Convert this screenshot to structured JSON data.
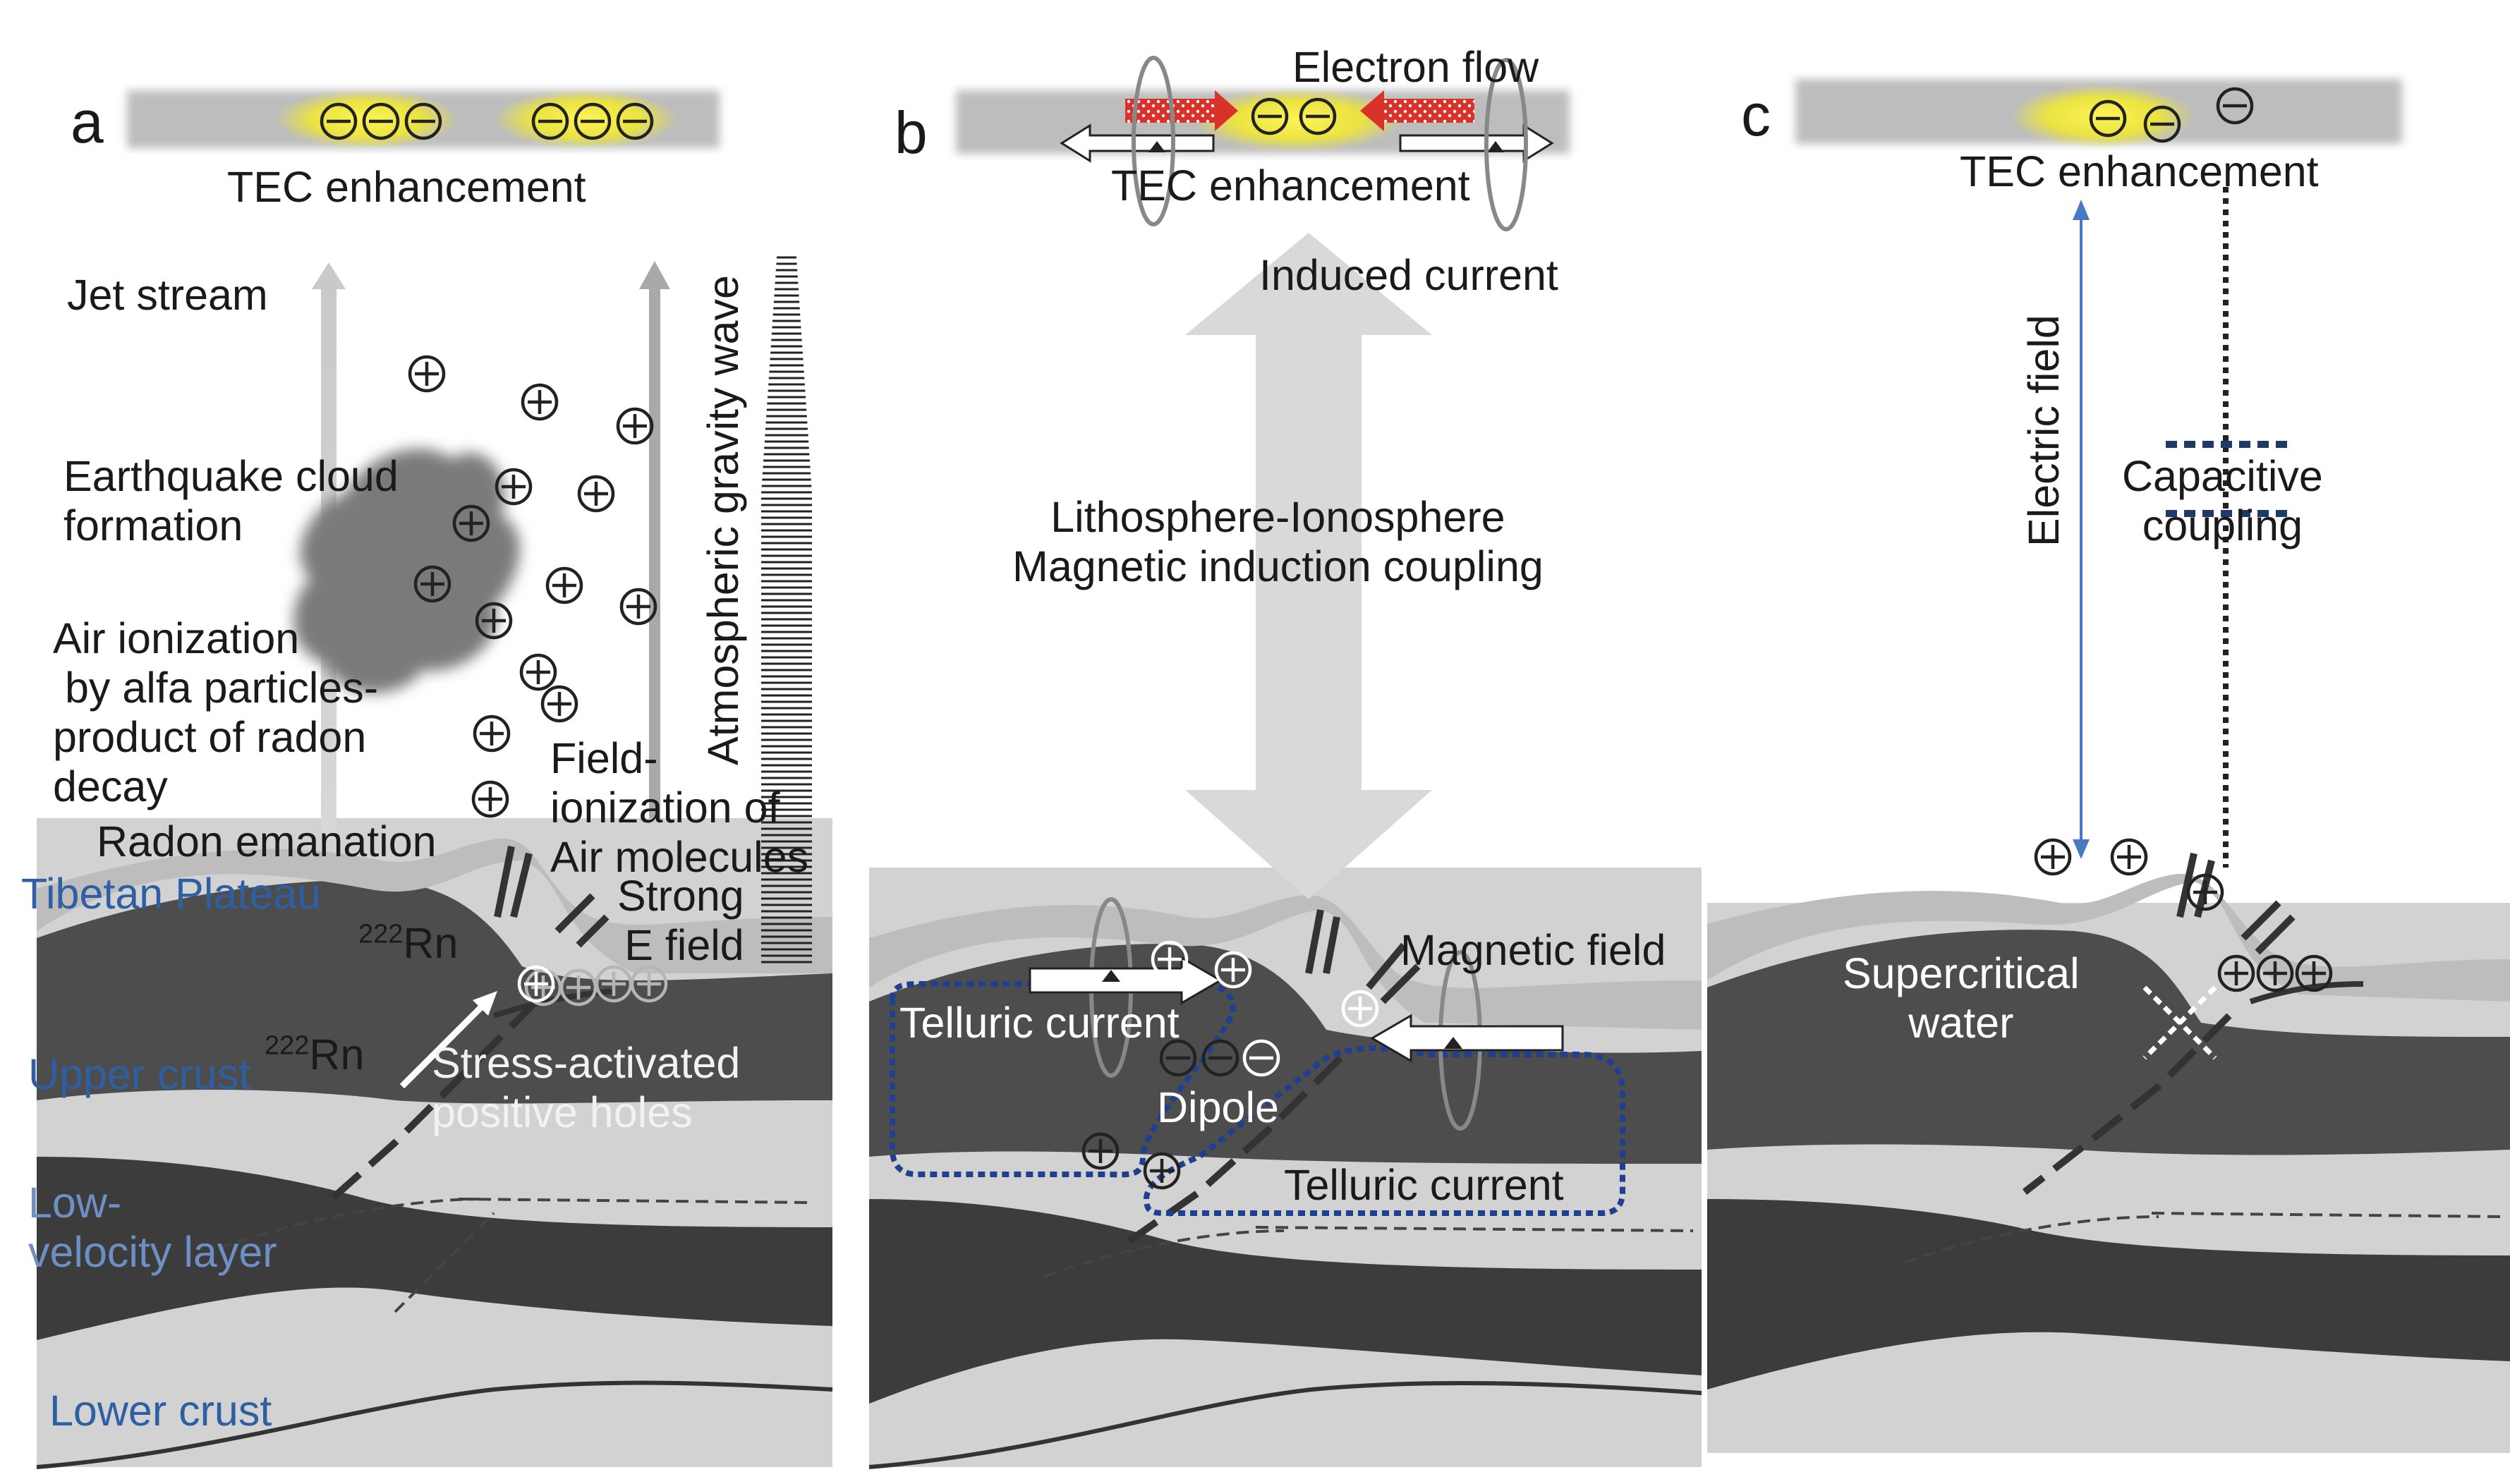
{
  "panels": {
    "a": {
      "letter": "a",
      "tec_label": "TEC enhancement",
      "jet_stream": "Jet stream",
      "earthquake_cloud": "Earthquake cloud\nformation",
      "air_ionization": "Air ionization\n by alfa particles-\nproduct of radon\ndecay",
      "radon_emanation": "Radon emanation",
      "field_ionization": "Field-\nionization of\nAir molecules",
      "strong_field": "Strong\nE field",
      "gravity_wave": "Atmospheric gravity wave",
      "rn_upper_sup": "222",
      "rn_upper": "Rn",
      "rn_lower_sup": "222",
      "rn_lower": "Rn",
      "tibetan_plateau": "Tibetan Plateau",
      "upper_crust": "Upper crust",
      "low_velocity": "Low-\nvelocity layer",
      "lower_crust": "Lower crust",
      "positive_holes": "Stress-activated\npositive holes"
    },
    "b": {
      "letter": "b",
      "electron_flow": "Electron flow",
      "tec_label": "TEC enhancement",
      "induced_current": "Induced current",
      "coupling": "Lithosphere-Ionosphere\nMagnetic induction coupling",
      "magnetic_field": "Magnetic field",
      "telluric_left": "Telluric current",
      "telluric_right": "Telluric current",
      "dipole": "Dipole"
    },
    "c": {
      "letter": "c",
      "tec_label": "TEC enhancement",
      "electric_field": "Electric field",
      "capacitive": "Capacitive\ncoupling",
      "supercritical": "Supercritical\nwater"
    }
  },
  "symbols": {
    "plus": "+",
    "minus": "−"
  },
  "colors": {
    "ionosphere_band": "#bdbdbd",
    "tec_glow": "#f2ea2c",
    "crust_light": "#c8c8c8",
    "crust_dark": "#4c4c4c",
    "label_blue": "#2e5fa3",
    "telluric_blue": "#1f3f8f",
    "arrow_red": "#d9322b",
    "field_arrow_blue": "#4a78c2"
  }
}
